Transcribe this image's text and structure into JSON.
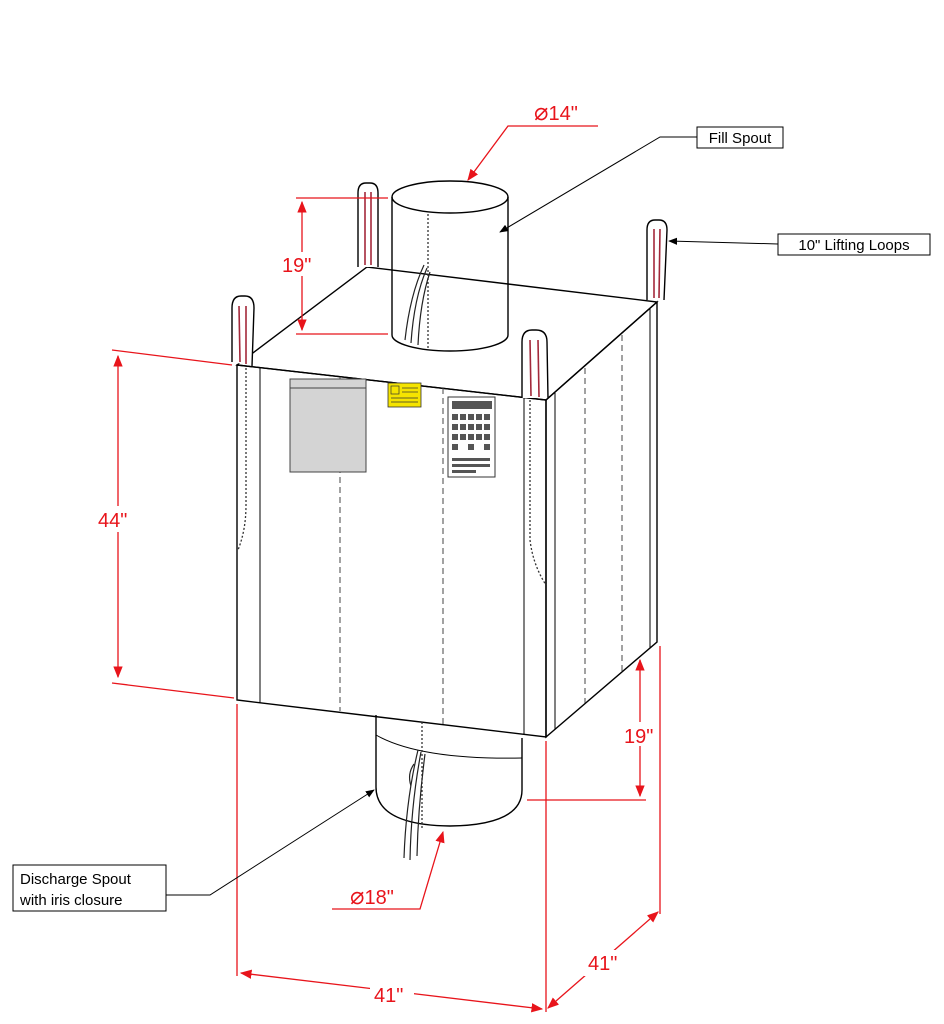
{
  "dimensions": {
    "fill_spout_diameter": "14\"",
    "fill_spout_height": "19\"",
    "body_height": "44\"",
    "discharge_spout_height": "19\"",
    "discharge_spout_diameter": "18\"",
    "width_front": "41\"",
    "width_side": "41\""
  },
  "callouts": {
    "fill_spout": "Fill Spout",
    "lifting_loops": "10\" Lifting Loops",
    "discharge_spout_line1": "Discharge Spout",
    "discharge_spout_line2": "with iris closure"
  },
  "symbols": {
    "diameter": "⌀"
  },
  "colors": {
    "dimension": "#e8141b",
    "outline": "#000000",
    "label_yellow": "#f5e400",
    "document_pouch": "#d4d4d4",
    "loop_stripe": "#a3283a"
  }
}
